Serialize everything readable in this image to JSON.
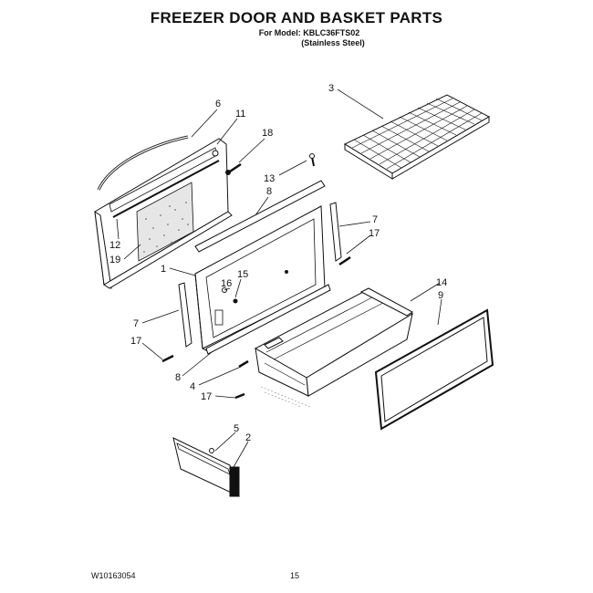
{
  "header": {
    "title": "FREEZER DOOR AND BASKET PARTS",
    "model_line": "For Model: KBLC36FTS02",
    "finish_line": "(Stainless Steel)"
  },
  "callouts": [
    "6",
    "11",
    "18",
    "3",
    "13",
    "8",
    "7",
    "17",
    "12",
    "19",
    "1",
    "15",
    "16",
    "14",
    "9",
    "7",
    "17",
    "8",
    "4",
    "17",
    "5",
    "2"
  ],
  "footer": {
    "doc_number": "W10163054",
    "page": "15"
  }
}
